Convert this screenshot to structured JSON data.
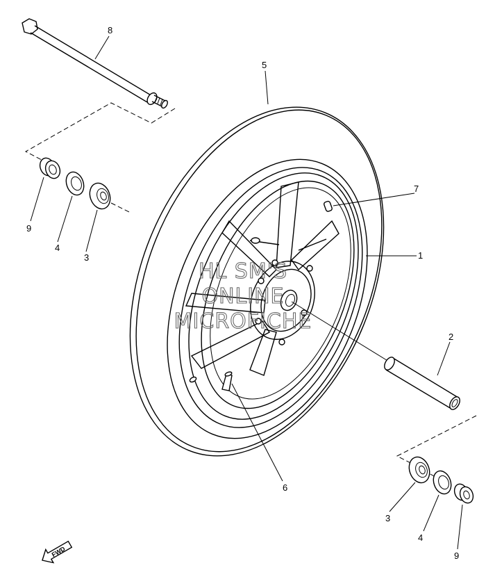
{
  "watermark": {
    "line1": "HL SM'S",
    "line2": "ONLINE",
    "line3": "MICROFICHE"
  },
  "direction_label": "FWD",
  "callouts": {
    "c1": "1",
    "c2": "2",
    "c3a": "3",
    "c3b": "3",
    "c4a": "4",
    "c4b": "4",
    "c5": "5",
    "c6": "6",
    "c7": "7",
    "c8": "8",
    "c9a": "9",
    "c9b": "9"
  }
}
